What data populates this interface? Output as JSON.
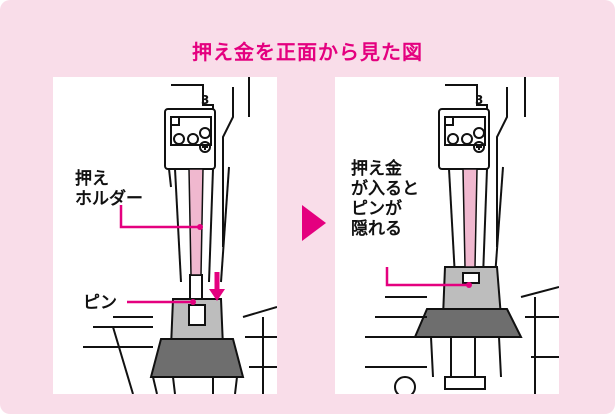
{
  "title": "押え金を正面から見た図",
  "left_panel": {
    "holder_label_line1": "押え",
    "holder_label_line2": "ホルダー",
    "pin_label": "ピン",
    "dial_number": "3"
  },
  "right_panel": {
    "note_line1": "押え金",
    "note_line2": "が入ると",
    "note_line3": "ピンが",
    "note_line4": "隠れる",
    "dial_number": "3"
  },
  "colors": {
    "accent": "#e4007f",
    "background": "#f9dde9",
    "holder_pink": "#f0b8cf"
  }
}
